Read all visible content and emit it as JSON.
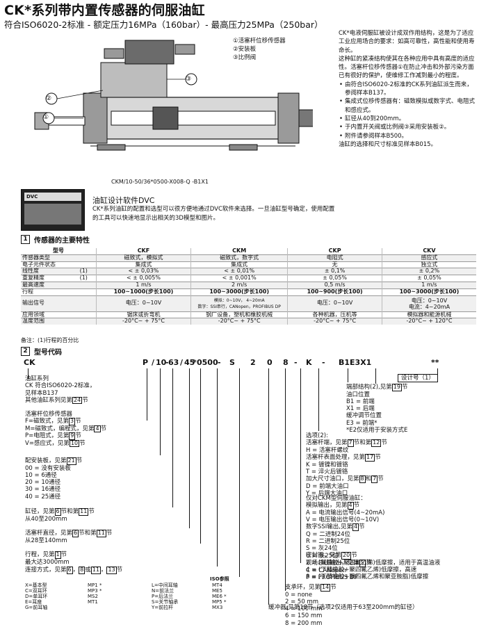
{
  "title": "CK*系列带内置传感器的伺服油缸",
  "subtitle": "符合ISO6020-2标准 - 额定压力16MPa（160bar）- 最高压力25MPa（250bar）",
  "intro": {
    "p1": "CK*电液伺服缸被设计成双作用结构，这是为了适应工业应用场合的要求：如高可靠性，高性能和使用寿命长。",
    "p2": "这种缸的紧凑结构使其在各种应用中具有高度的适应性。活塞杆位移传感器①在防止冲击和外部污染方面已有很好的保护，使维修工作减到最小的程度。",
    "bullets": [
      "由符合ISO6020-2标准的CK系列油缸派生而来，参阅样本B137。",
      "集成式位移传感器有：磁致模拟或数字式、电阻式和感应式。",
      "缸径从40到200mm。",
      "于内置开关阀或比例阀③采用安装板②。",
      "附件请参阅样本B500。"
    ],
    "p3": "油缸的选择和尺寸标准见样本B015。"
  },
  "legend": [
    "①活塞杆位移传感器",
    "②安装板",
    "③比例阀"
  ],
  "callouts": [
    "①",
    "②",
    "③"
  ],
  "caption": "CKM/10-50/36*0500-X008-Q -B1X1",
  "dvc": {
    "icon_label": "DVC",
    "title": "油缸设计软件DVC",
    "text": "CK*系列油缸的配置和选型可以很方便地通过DVC软件来选择。一旦油缸型号确定，使用配置的工具可以快速地显示出相关的3D模型和图片。"
  },
  "section1": {
    "num": "1",
    "title": "传感器的主要特性"
  },
  "table": {
    "head": [
      "型号",
      "CKF",
      "CKM",
      "CKP",
      "CKV"
    ],
    "rows": [
      {
        "label": "传感器类型",
        "note": "",
        "cells": [
          "磁致式，模拟式",
          "磁致式，数字式",
          "电阻式",
          "感应式"
        ]
      },
      {
        "label": "电子元件状态",
        "note": "",
        "cells": [
          "集成式",
          "集成式",
          "无",
          "独立式"
        ]
      },
      {
        "label": "线性度",
        "note": "(1)",
        "cells": [
          "< ± 0,03%",
          "< ± 0,01%",
          "± 0,1%",
          "± 0,2%"
        ]
      },
      {
        "label": "重复精度",
        "note": "(1)",
        "cells": [
          "< ± 0,005%",
          "< ± 0,001%",
          "± 0,05%",
          "± 0,05%"
        ]
      },
      {
        "label": "最高速度",
        "note": "",
        "cells": [
          "1 m/s",
          "2 m/s",
          "0,5 m/s",
          "1 m/s"
        ]
      },
      {
        "label": "行程",
        "note": "",
        "cells": [
          "100~1000(步长100)",
          "100~3000(步长100)",
          "100~900(步长100)",
          "100~3000(步长100)"
        ]
      },
      {
        "label": "输出信号",
        "note": "",
        "cells": [
          "电压：0~10V",
          "模拟：0~10V， 4~20mA|数字：SSI串行，CANopen，PROFIBUS DP",
          "电压：0~10V",
          "电压：0~10V|电流：4~20mA"
        ]
      },
      {
        "label": "应用领域",
        "note": "",
        "cells": [
          "锯床或折弯机",
          "钢厂设备，塑机和橡胶机械",
          "各种机器，压机等",
          "模拟器和能源机械"
        ]
      },
      {
        "label": "温度范围",
        "note": "",
        "cells": [
          "-20°C~ + 75°C",
          "-20°C~ + 75°C",
          "-20°C~ + 75°C",
          "-20°C~ + 120°C"
        ]
      }
    ]
  },
  "note": "备注：(1)行程的百分比",
  "section2": {
    "num": "2",
    "title": "型号代码"
  },
  "code": [
    "CK",
    "P",
    "/",
    "10",
    "-",
    "63",
    "/",
    "45",
    "*",
    "0500",
    "-",
    "S",
    "2",
    "0",
    "8",
    "-",
    "K",
    "-",
    "B1E3X1",
    "**"
  ],
  "left_blocks": {
    "series": [
      "油缸系列",
      "CK 符合ISO6020-2标准，",
      "见样本B137",
      "其他油缸系列见第|24|节"
    ],
    "sensor": [
      "活塞杆位移传感器",
      "F=磁致式，见第|3|节",
      "M=磁致式，编程式，见第|4|节",
      "P=电阻式，见第|9|节",
      "V=感应式，见第|10|节"
    ],
    "mount": [
      "配安装板，见第|21|节",
      "00 = 没有安装板",
      "10 = 6通径",
      "20 = 10通径",
      "30 = 16通径",
      "40 = 25通径"
    ],
    "bore": [
      "缸径，见第|6|节和第|11|节",
      "从40至200mm"
    ],
    "rod": [
      "活塞杆直径，见第|6|节和第|11|节",
      "从28至140mm"
    ],
    "stroke": [
      "行程，见第|1|节",
      "最大达3000mm"
    ],
    "conn": [
      "连接方式，见第|6|，|8|或|11|，|13|节"
    ]
  },
  "bottom_table": {
    "iso_head": "ISO参照",
    "col1": [
      "X=基本型",
      "C=双耳环",
      "D=单耳环",
      "E=耳座",
      "G=前耳轴"
    ],
    "col2": [
      "",
      "MP1 *",
      "MP3 *",
      "MS2",
      "MT1"
    ],
    "col3": [
      "L=中间耳轴",
      "N=前法兰",
      "P=后法兰",
      "S=关节轴承",
      "Y=前拉杆"
    ],
    "col4": [
      "MT4",
      "ME5",
      "ME6 *",
      "MP5 *",
      "MX3"
    ]
  },
  "right_blocks": {
    "design": "设计号（1）",
    "ports": [
      "端部结构(2),见第|19|节",
      "油口位置",
      "B1 = 前端",
      "X1 = 后端",
      "缓冲调节位置",
      "E3 = 前端*",
      "*E2仅适用于安装方式E"
    ],
    "options": [
      "选项(2):",
      "活塞杆端，见第|7|节和第|12|节",
      "H = 活塞杆螺纹",
      "活塞杆表面处理，见第|17|节",
      "K = 镀镍和镀铬",
      "T = 淬火后镀铬",
      "加大尺寸油口，见第|8|和|7|节",
      "D = 前端大油口",
      "Y = 后端大油口"
    ],
    "ckm": [
      "仅对CKM型伺服油缸：",
      "模拟输出，见第|4|节",
      "A = 电流输出信号(4~20mA)",
      "V = 电压输出信号(0~10V)",
      "数字SSI输出,见第|4|节",
      "Q = 二进制24位",
      "R = 二进制25位",
      "S = 灰24位",
      "U = 灰25位",
      "现场总线输出，见第|5|节",
      "C = CANopen",
      "P = PROFIBUS DP"
    ],
    "seal": [
      "密封圈，见第|20|节",
      "2 = (氟橡胶+聚四氟乙烯)低摩擦，适用于高温油液",
      "4 = (丁腈橡胶+聚四氟乙烯)低摩擦，高速",
      "8 = (丁腈橡胶+聚四氟乙烯和聚亚胺脂)低摩擦"
    ],
    "spacer": [
      "支承环，见第|14|节",
      "0 = none",
      "2 = 50 mm",
      "4 = 100 mm",
      "6 = 150 mm",
      "8 = 200 mm"
    ],
    "cushion": "缓冲器,见第18节（选项2仅适用于63至200mm的缸径）"
  }
}
